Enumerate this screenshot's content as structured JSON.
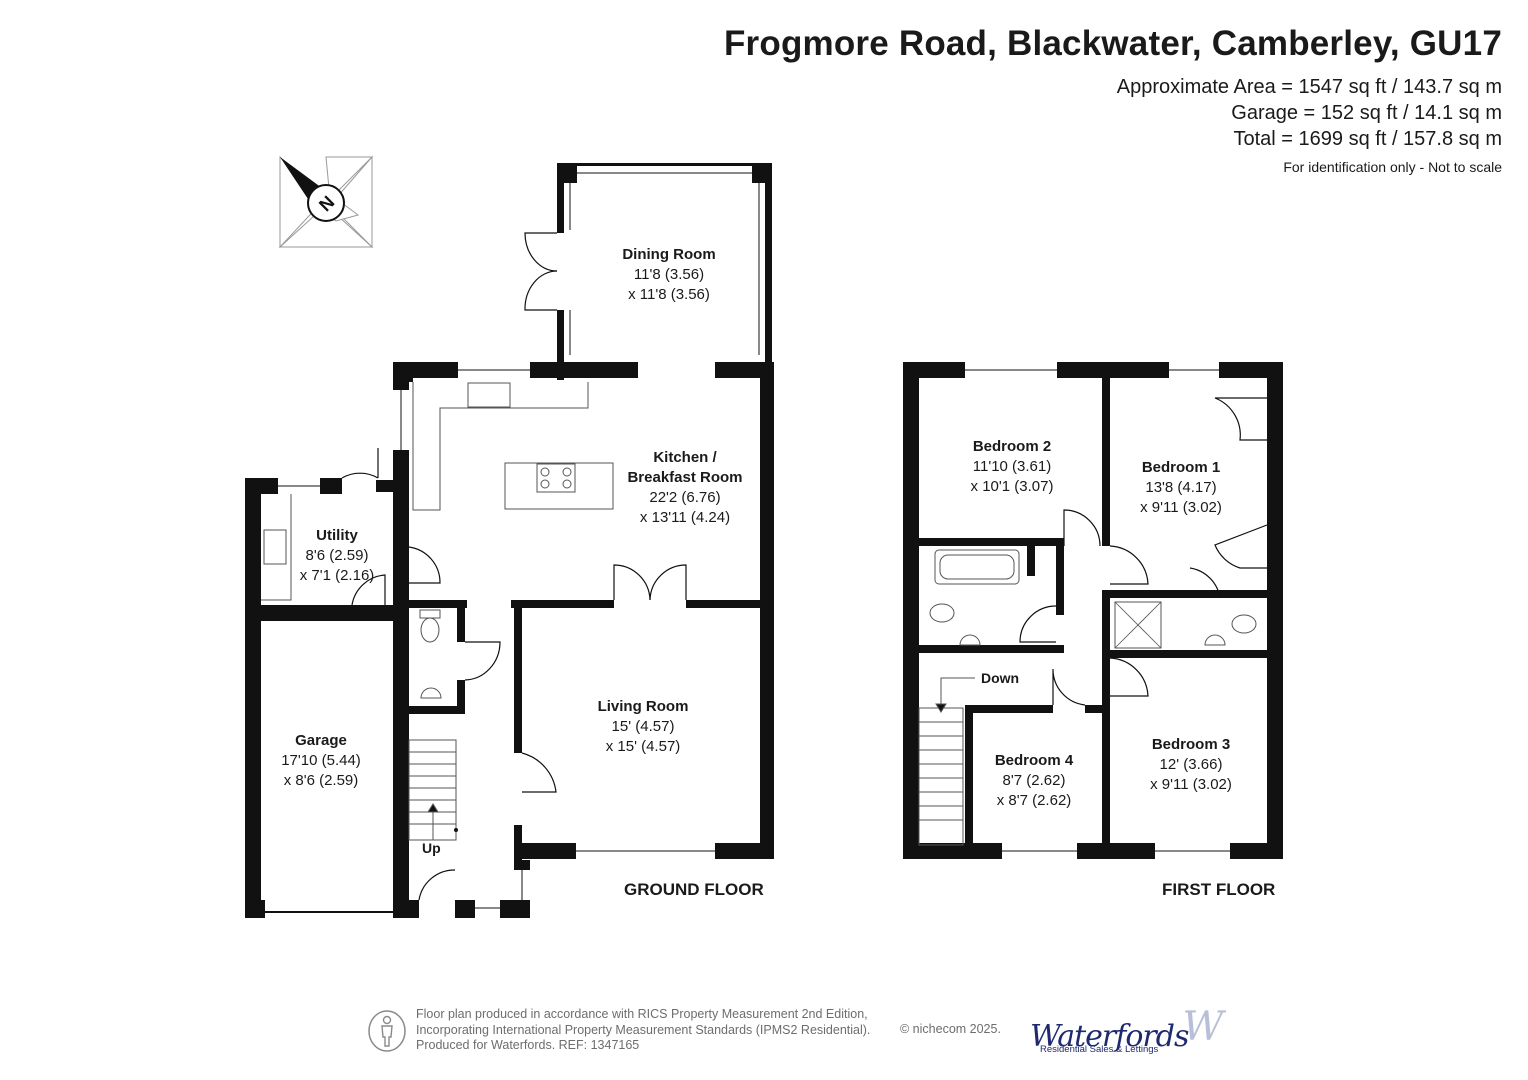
{
  "header": {
    "title": "Frogmore Road, Blackwater, Camberley, GU17",
    "area_line_1": "Approximate Area = 1547 sq ft / 143.7 sq m",
    "area_line_2": "Garage = 152 sq ft / 14.1 sq m",
    "area_line_3": "Total = 1699 sq ft / 157.8 sq m",
    "note": "For identification only - Not to scale"
  },
  "compass": {
    "label": "N",
    "icon": "compass-icon"
  },
  "ground_floor": {
    "label": "GROUND FLOOR",
    "rooms": {
      "dining": {
        "name": "Dining Room",
        "dim1": "11'8 (3.56)",
        "dim2": "x 11'8 (3.56)"
      },
      "kitchen": {
        "name1": "Kitchen /",
        "name2": "Breakfast Room",
        "dim1": "22'2 (6.76)",
        "dim2": "x 13'11 (4.24)"
      },
      "utility": {
        "name": "Utility",
        "dim1": "8'6 (2.59)",
        "dim2": "x 7'1 (2.16)"
      },
      "garage": {
        "name": "Garage",
        "dim1": "17'10 (5.44)",
        "dim2": "x 8'6 (2.59)"
      },
      "living": {
        "name": "Living Room",
        "dim1": "15' (4.57)",
        "dim2": "x 15' (4.57)"
      }
    },
    "stairs_label": "Up"
  },
  "first_floor": {
    "label": "FIRST FLOOR",
    "rooms": {
      "bedroom2": {
        "name": "Bedroom 2",
        "dim1": "11'10 (3.61)",
        "dim2": "x 10'1 (3.07)"
      },
      "bedroom1": {
        "name": "Bedroom 1",
        "dim1": "13'8 (4.17)",
        "dim2": "x 9'11 (3.02)"
      },
      "bedroom4": {
        "name": "Bedroom 4",
        "dim1": "8'7 (2.62)",
        "dim2": "x 8'7 (2.62)"
      },
      "bedroom3": {
        "name": "Bedroom 3",
        "dim1": "12' (3.66)",
        "dim2": "x 9'11 (3.02)"
      }
    },
    "stairs_label": "Down"
  },
  "footer": {
    "line1": "Floor plan produced in accordance with RICS Property Measurement 2nd Edition,",
    "line2": "Incorporating International Property Measurement Standards (IPMS2 Residential).",
    "line3": "Produced for Waterfords.   REF: 1347165",
    "copyright": "© nichecom 2025.",
    "brand": "Waterfords",
    "brand_mark": "W",
    "brand_sub": "Residential Sales & Lettings",
    "icon": "person-icon"
  }
}
